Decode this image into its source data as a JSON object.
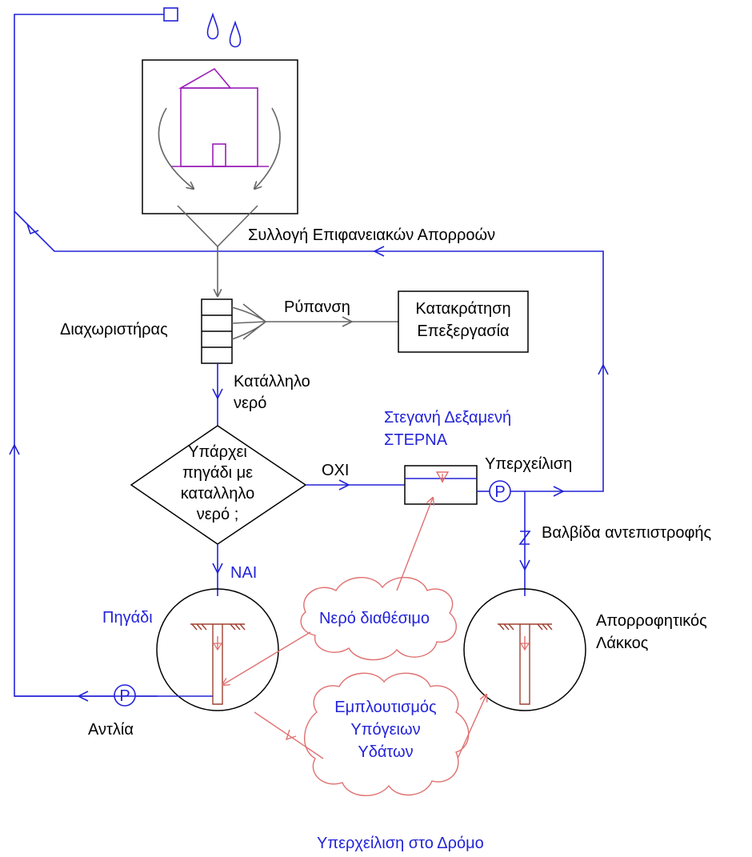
{
  "labels": {
    "surface_runoff_collection": "Συλλογή Επιφανειακών Απορροών",
    "separator": "Διαχωριστήρας",
    "pollution": "Ρύπανση",
    "retention_line1": "Κατακράτηση",
    "retention_line2": "Επεξεργασία",
    "suitable_water_line1": "Κατάλληλο",
    "suitable_water_line2": "νερό",
    "decision_line1": "Υπάρχει",
    "decision_line2": "πηγάδι με",
    "decision_line3": "καταλληλο",
    "decision_line4": "νερό ;",
    "no": "ΟΧΙ",
    "yes": "ΝΑΙ",
    "tank_line1": "Στεγανή Δεξαμενή",
    "tank_line2": "ΣΤΕΡΝΑ",
    "overflow": "Υπερχείλιση",
    "check_valve": "Βαλβίδα αντεπιστροφής",
    "well": "Πηγάδι",
    "water_available": "Νερό διαθέσιμο",
    "soakaway_line1": "Απορροφητικός",
    "soakaway_line2": "Λάκκος",
    "pump": "Αντλία",
    "pump_symbol": "P",
    "recharge_line1": "Εμπλουτισμός",
    "recharge_line2": "Υπόγειων",
    "recharge_line3": "Υδάτων",
    "road_overflow": "Υπερχείλιση στο Δρόμο"
  },
  "colors": {
    "flow_blue": "#2323d8",
    "flow_gray": "#666666",
    "groundwater_red": "#e07070",
    "house_purple": "#9a20b8",
    "well_brown": "#a04030"
  }
}
